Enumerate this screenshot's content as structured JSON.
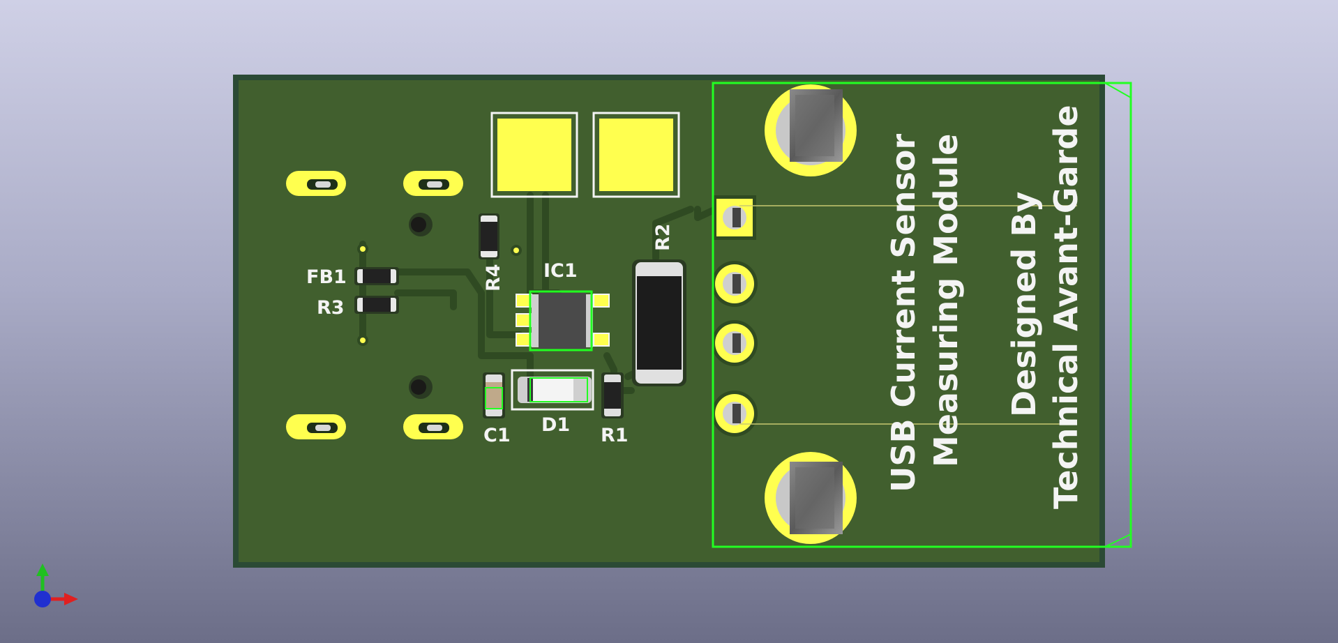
{
  "viewer": {
    "title": "3D Viewer",
    "background_top": "#cfd0e6",
    "background_bottom": "#6c6e88"
  },
  "board": {
    "soldermask_color": "#415f2e",
    "edge_color": "#2b4a35",
    "copper_color": "#ffff4f",
    "silkscreen_color": "#f4f4f4",
    "highlight_color": "#22ff22"
  },
  "silkscreen": {
    "title_line1": "USB Current Sensor",
    "title_line2": "Measuring Module",
    "credit_line1": "Designed By",
    "credit_line2": "Technical Avant-Garde"
  },
  "refdes": {
    "fb1": "FB1",
    "r3": "R3",
    "r4": "R4",
    "ic1": "IC1",
    "r2": "R2",
    "c1": "C1",
    "d1": "D1",
    "r1": "R1"
  },
  "axes": {
    "x_color": "#e02020",
    "y_color": "#20c020",
    "z_color": "#2030d0"
  }
}
